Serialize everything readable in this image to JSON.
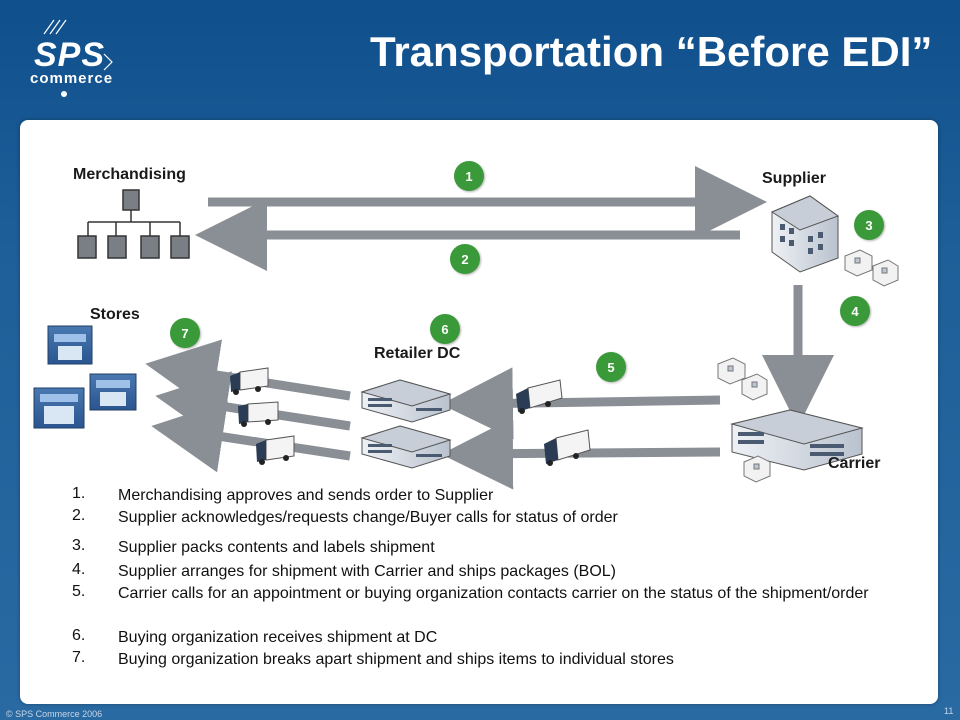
{
  "header": {
    "title": "Transportation “Before EDI”",
    "logo_top": "SPS",
    "logo_bottom": "commerce"
  },
  "diagram": {
    "nodes": {
      "merchandising": "Merchandising",
      "supplier": "Supplier",
      "stores": "Stores",
      "retailer_dc": "Retailer DC",
      "carrier": "Carrier"
    },
    "badges": [
      "1",
      "2",
      "3",
      "4",
      "5",
      "6",
      "7"
    ],
    "badge_color": "#3a9a3a",
    "arrow_color": "#8a8f96"
  },
  "steps": [
    {
      "num": "1.",
      "text": "Merchandising approves and sends order to Supplier"
    },
    {
      "num": "2.",
      "text": "Supplier acknowledges/requests change/Buyer calls for status of order"
    },
    {
      "num": "3.",
      "text": "Supplier packs contents and labels shipment"
    },
    {
      "num": "4.",
      "text": "Supplier arranges for shipment with Carrier and ships packages (BOL)"
    },
    {
      "num": "5.",
      "text": "Carrier calls for an appointment or buying organization contacts carrier on the status of the shipment/order"
    },
    {
      "num": "6.",
      "text": "Buying organization receives shipment at DC"
    },
    {
      "num": "7.",
      "text": "Buying organization breaks apart shipment and ships items to individual stores"
    }
  ],
  "footer": {
    "copyright": "© SPS Commerce 2006",
    "page": "11"
  }
}
